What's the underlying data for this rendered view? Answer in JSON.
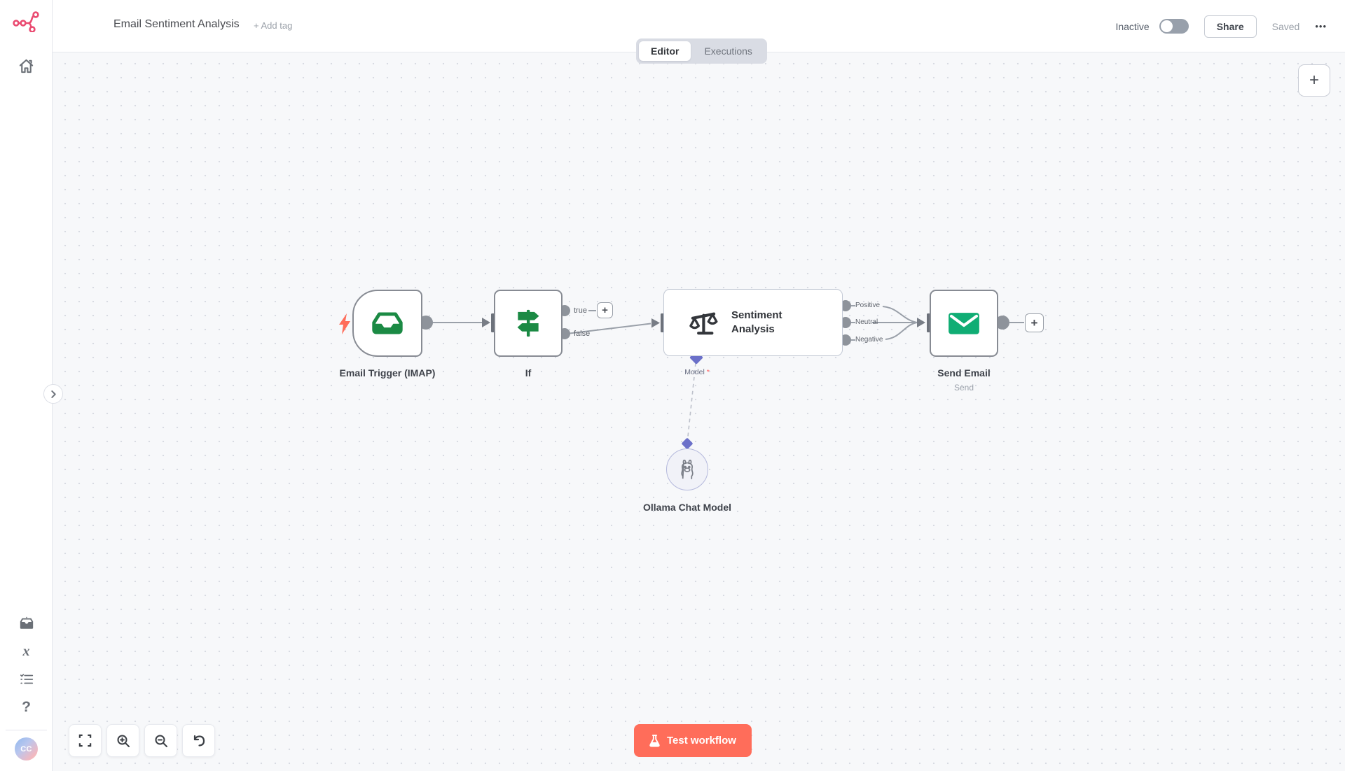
{
  "header": {
    "title": "Email Sentiment Analysis",
    "add_tag_label": "+ Add tag",
    "tabs": [
      {
        "label": "Editor",
        "active": true
      },
      {
        "label": "Executions",
        "active": false
      }
    ],
    "activation_label": "Inactive",
    "activation_state": "off",
    "share_label": "Share",
    "saved_label": "Saved",
    "more_label": "•••"
  },
  "sidebar": {
    "avatar_initials": "CC",
    "help_glyph": "?",
    "variables_glyph": "x"
  },
  "workflow": {
    "nodes": [
      {
        "name": "Email Trigger (IMAP)",
        "type": "trigger"
      },
      {
        "name": "If",
        "type": "condition",
        "outputs": [
          "true",
          "false"
        ]
      },
      {
        "name": "Sentiment Analysis",
        "type": "ai",
        "outputs": [
          "Positive",
          "Neutral",
          "Negative"
        ],
        "input_label": "Model",
        "required_marker": "*"
      },
      {
        "name": "Ollama Chat Model",
        "type": "model"
      },
      {
        "name": "Send Email",
        "subtitle": "Send",
        "type": "action"
      }
    ]
  },
  "controls": {
    "test_button_label": "Test workflow",
    "plus_glyph": "+"
  },
  "colors": {
    "brand_pink": "#ea4b71",
    "node_green": "#1b8a44",
    "envelope_green": "#10ad74",
    "accent_coral": "#ff6d5a",
    "model_purple": "#6b70c9",
    "canvas_bg": "#f7f8fa"
  }
}
